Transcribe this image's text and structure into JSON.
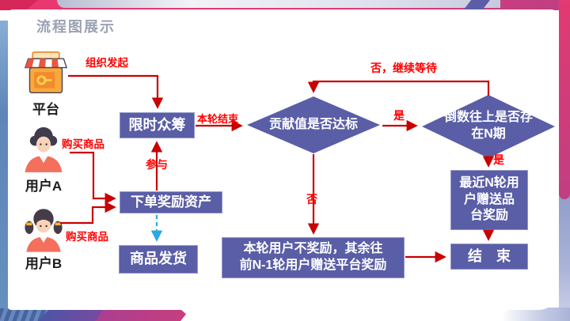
{
  "title": "流程图展示",
  "actors": {
    "platform": {
      "label": "平台"
    },
    "user_a": {
      "label": "用户A"
    },
    "user_b": {
      "label": "用户B"
    }
  },
  "nodes": {
    "crowdfunding": "限时众筹",
    "order_reward": "下单奖励资产",
    "shipping": "商品发货",
    "decision_contribution": "贡献值是否达标",
    "decision_n_period": "倒数往上是否存\n在N期",
    "recent_n_rounds": "最近N轮用\n户赠送品\n台奖励",
    "no_reward_note": "本轮用户不奖励，其余往\n前N-1轮用户赠送平台奖励",
    "end": "结　束"
  },
  "edge_labels": {
    "organize": "组织发起",
    "round_end": "本轮结束",
    "no_continue_wait": "否，继续等待",
    "yes_to_n_check": "是",
    "yes_to_reward": "是",
    "participate": "参与",
    "no_branch": "否",
    "buy_goods_a": "购买商品",
    "buy_goods_b": "购买商品"
  },
  "colors": {
    "node_fill": "#5a5ea6",
    "arrow_red": "#c80000",
    "label_red": "#ff0000",
    "ship_dashed_blue": "#29abe2",
    "accent_pink": "#e8396f",
    "accent_lavender": "#aab4d8",
    "accent_steel_blue": "#6490be",
    "title_gray": "#9aa1b2"
  }
}
